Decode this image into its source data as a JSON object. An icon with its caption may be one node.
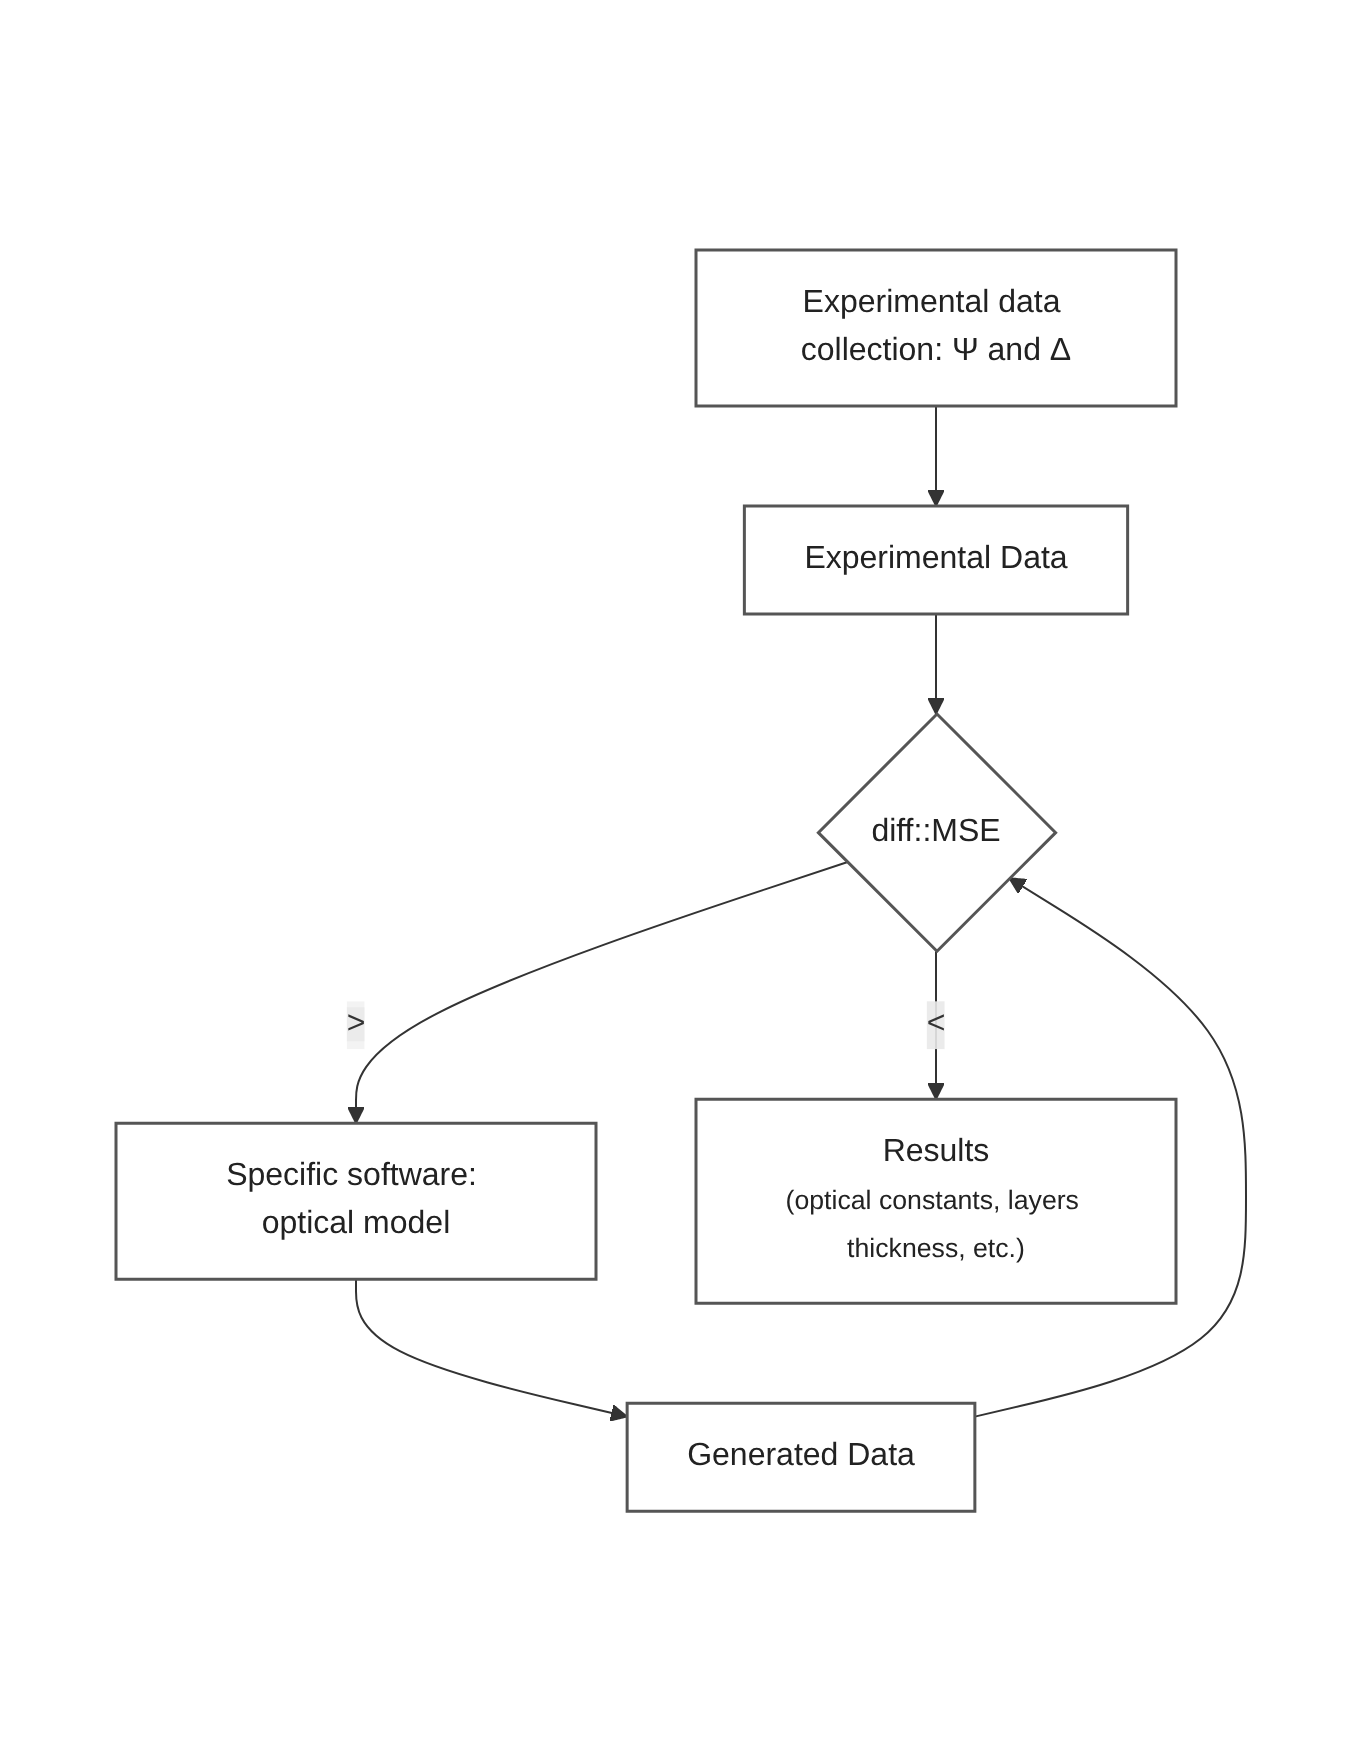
{
  "diagram": {
    "nodes": [
      {
        "text": [
          "Experimental data collection: Ψ and Δ"
        ]
      },
      {
        "text": [
          "Specific software: optical model"
        ]
      },
      {
        "text": [
          "Experimental Data"
        ]
      },
      {
        "text": [
          "Generated Data"
        ]
      },
      {
        "text": [
          "diff::MSE"
        ]
      },
      {
        "text": [
          "Results",
          "(optical constants, layers thickness, etc.)"
        ]
      }
    ],
    "edges": [
      {
        "from": 0,
        "to": 2,
        "arrow": "to"
      },
      {
        "from": 1,
        "to": 3,
        "arrow": "to"
      },
      {
        "from": 2,
        "to": 4,
        "arrow": "to"
      },
      {
        "from": 3,
        "to": 4,
        "arrow": "to"
      },
      {
        "from": 4,
        "to": 1,
        "arrow": "to",
        "label": ">"
      },
      {
        "from": 4,
        "to": 5,
        "arrow": "to",
        "label": "<"
      }
    ]
  }
}
